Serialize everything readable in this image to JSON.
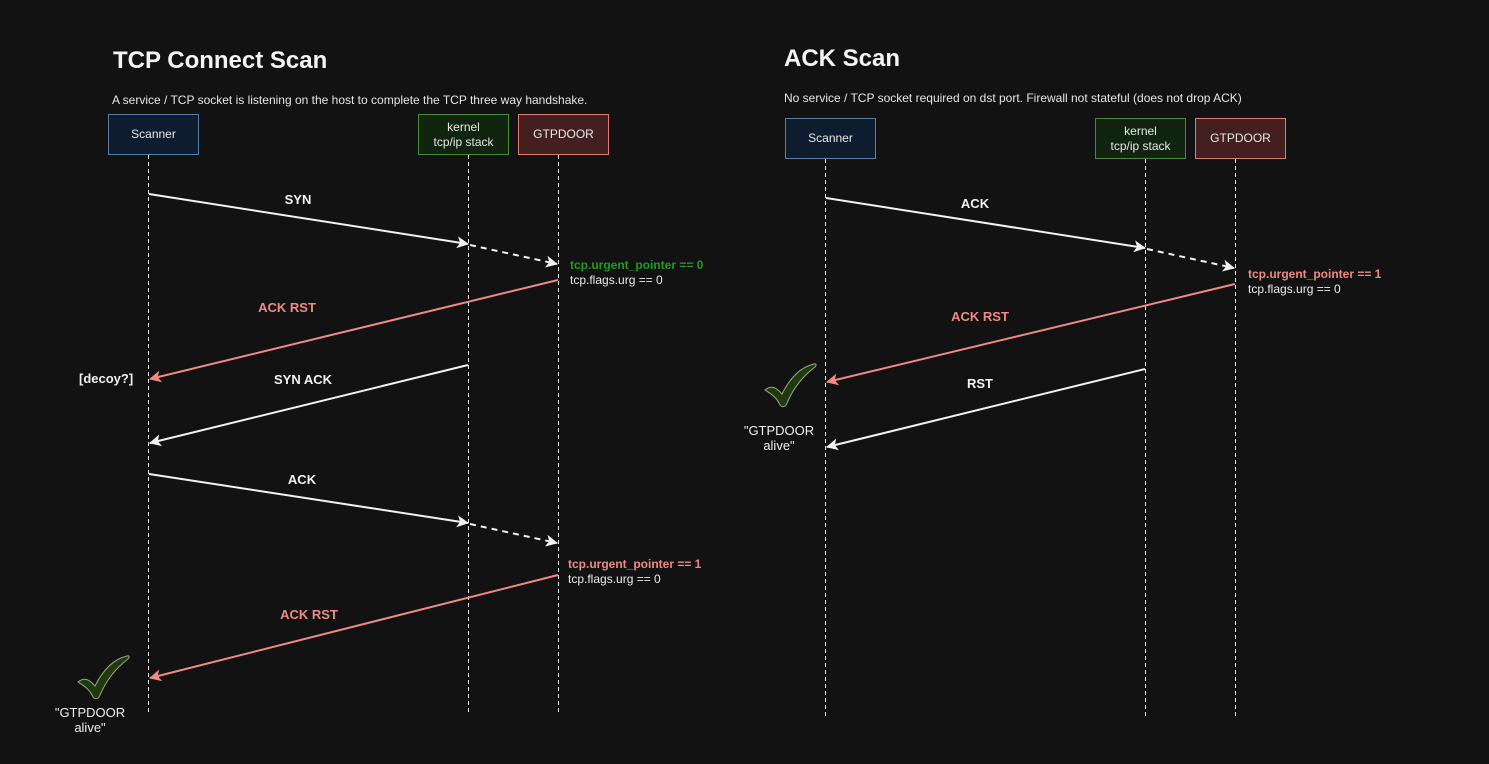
{
  "panels": [
    {
      "title": "TCP Connect Scan",
      "subtitle": "A service / TCP socket is listening on the host to complete the TCP three way handshake.",
      "actors": {
        "scanner": "Scanner",
        "kernel_line1": "kernel",
        "kernel_line2": "tcp/ip stack",
        "gtpdoor": "GTPDOOR"
      },
      "messages": [
        {
          "label": "SYN",
          "from": "scanner",
          "to": "gtpdoor",
          "via": "kernel",
          "color": "#f2f2f2"
        },
        {
          "label": "ACK RST",
          "from": "gtpdoor",
          "to": "scanner",
          "color": "#ef8a84"
        },
        {
          "label": "SYN ACK",
          "from": "kernel",
          "to": "scanner",
          "color": "#f2f2f2"
        },
        {
          "label": "ACK",
          "from": "scanner",
          "to": "gtpdoor",
          "via": "kernel",
          "color": "#f2f2f2"
        },
        {
          "label": "ACK RST",
          "from": "gtpdoor",
          "to": "scanner",
          "color": "#ef8a84"
        }
      ],
      "conditions": [
        {
          "line1": "tcp.urgent_pointer == 0",
          "line1_color": "green",
          "line2": "tcp.flags.urg == 0"
        },
        {
          "line1": "tcp.urgent_pointer == 1",
          "line1_color": "red",
          "line2": "tcp.flags.urg == 0"
        }
      ],
      "notes": {
        "decoy": "[decoy?]",
        "alive_line1": "\"GTPDOOR",
        "alive_line2": "alive\""
      },
      "icons": [
        "checkmark-icon"
      ]
    },
    {
      "title": "ACK Scan",
      "subtitle": "No service / TCP socket required on dst port. Firewall not stateful (does not drop ACK)",
      "actors": {
        "scanner": "Scanner",
        "kernel_line1": "kernel",
        "kernel_line2": "tcp/ip stack",
        "gtpdoor": "GTPDOOR"
      },
      "messages": [
        {
          "label": "ACK",
          "from": "scanner",
          "to": "gtpdoor",
          "via": "kernel",
          "color": "#f2f2f2"
        },
        {
          "label": "ACK RST",
          "from": "gtpdoor",
          "to": "scanner",
          "color": "#ef8a84"
        },
        {
          "label": "RST",
          "from": "kernel",
          "to": "scanner",
          "color": "#f2f2f2"
        }
      ],
      "conditions": [
        {
          "line1": "tcp.urgent_pointer == 1",
          "line1_color": "red",
          "line2": "tcp.flags.urg == 0"
        }
      ],
      "notes": {
        "alive_line1": "\"GTPDOOR",
        "alive_line2": "alive\""
      },
      "icons": [
        "checkmark-icon"
      ]
    }
  ],
  "colors": {
    "background": "#121212",
    "arrow_white": "#f2f2f2",
    "arrow_red": "#ef8a84",
    "condition_green": "#1e9c1e",
    "check_fill": "#1f3a0f",
    "check_stroke": "#9aa88a"
  }
}
